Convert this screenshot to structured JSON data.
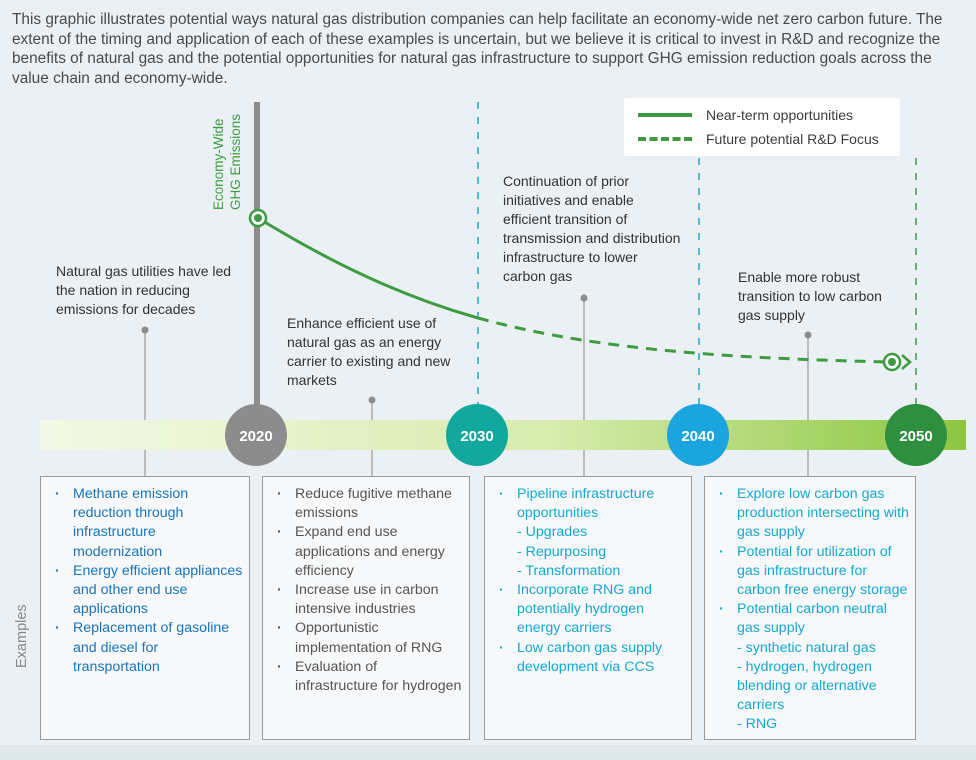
{
  "intro_text": "This graphic illustrates potential ways natural gas distribution companies can help facilitate an economy-wide net zero carbon future. The extent of the timing and application of each of these examples is uncertain, but we believe it is critical to invest in R&D and recognize the benefits of natural gas and the potential opportunities for natural gas infrastructure to support GHG emission reduction goals across the value chain and economy-wide.",
  "legend": {
    "near_term": "Near-term opportunities",
    "future": "Future potential R&D Focus"
  },
  "y_axis_title": "Economy-Wide GHG Emissions",
  "colors": {
    "near_term_line": "#3f9b42",
    "circle_2020": "#8c8c8c",
    "circle_2030": "#13a89e",
    "circle_2040": "#1aa5de",
    "circle_2050": "#2e8f3e",
    "timeline_bar_start": "#f0f7e0",
    "timeline_bar_end": "#8ccb3c"
  },
  "milestones": [
    "2020",
    "2030",
    "2040",
    "2050"
  ],
  "annotations": {
    "a1": "Natural gas utilities have led the nation in reducing emissions for decades",
    "a2": "Enhance efficient use of natural gas as an energy carrier to existing and new markets",
    "a3": "Continuation of prior initiatives and enable efficient transition of transmission and distribution infrastructure to lower carbon gas",
    "a4": "Enable more robust transition to low carbon gas supply"
  },
  "examples_label": "Examples",
  "boxes": {
    "b1": [
      "Methane emission reduction through infrastructure modernization",
      "Energy efficient appliances and other end use applications",
      "Replacement of gasoline and diesel for transportation"
    ],
    "b2": [
      "Reduce fugitive methane emissions",
      "Expand end use applications and energy efficiency",
      "Increase use in carbon intensive industries",
      "Opportunistic implementation of RNG",
      "Evaluation of infrastructure for hydrogen"
    ],
    "b3": {
      "item1": "Pipeline infrastructure opportunities",
      "item1_subs": [
        "- Upgrades",
        "- Repurposing",
        "- Transformation"
      ],
      "item2": "Incorporate RNG and potentially hydrogen energy carriers",
      "item3": "Low carbon gas supply development via CCS"
    },
    "b4": {
      "item1": "Explore low carbon gas production intersecting with gas supply",
      "item2": "Potential for utilization of gas infrastructure for carbon free energy storage",
      "item3": "Potential carbon neutral gas supply",
      "item3_subs": [
        "- synthetic natural gas",
        "- hydrogen, hydrogen blending or alternative carriers",
        "- RNG"
      ]
    }
  }
}
